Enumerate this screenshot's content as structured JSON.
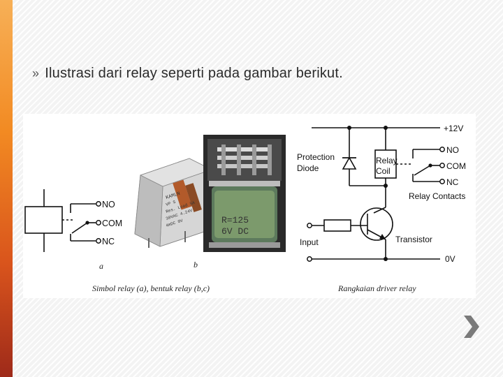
{
  "slide": {
    "bullet_symbol": "»",
    "text": "Ilustrasi dari relay seperti pada gambar berikut."
  },
  "figure": {
    "left": {
      "labels": {
        "no": "NO",
        "com": "COM",
        "nc": "NC"
      },
      "sublabel_a": "a",
      "sublabel_b": "b",
      "caption": "Simbol relay (a), bentuk relay (b,c)",
      "relay_body_text": [
        "KAMLN",
        "VP S",
        "Res. Load 5A",
        "30VAC 4.24V",
        "4mDC 0V"
      ],
      "coil_text": [
        "R=125",
        "6V  DC"
      ]
    },
    "right": {
      "supply": "+12V",
      "ground": "0V",
      "protection_diode": [
        "Protection",
        "Diode"
      ],
      "relay_coil": [
        "Relay",
        "Coil"
      ],
      "contacts": {
        "no": "NO",
        "com": "COM",
        "nc": "NC"
      },
      "relay_contacts": "Relay Contacts",
      "transistor": "Transistor",
      "input": "Input",
      "caption": "Rangkaian driver relay"
    }
  },
  "icons": {
    "next": "chevron-right-icon"
  },
  "colors": {
    "accent_orange": "#f28a22",
    "accent_red": "#9e2a1a",
    "chevron": "#7a7a7a"
  }
}
